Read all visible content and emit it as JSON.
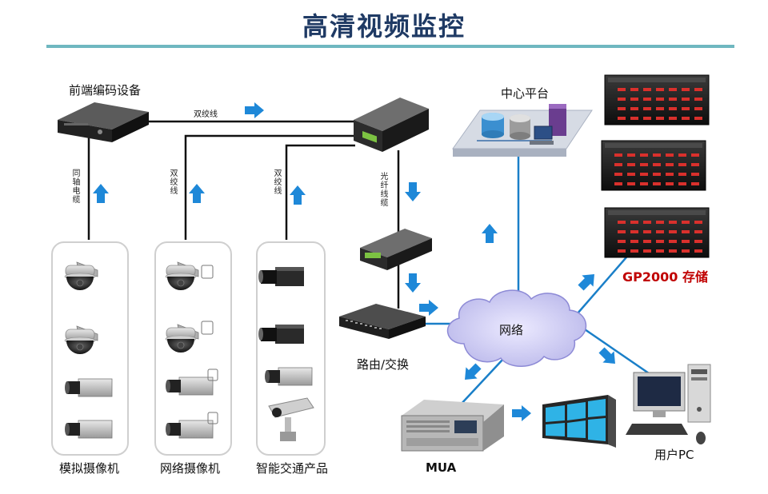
{
  "title": "高清视频监控",
  "labels": {
    "encoder": "前端编码设备",
    "center": "中心平台",
    "storage": "GP2000 存储",
    "router": "路由/交换",
    "network": "网络",
    "mua": "MUA",
    "user_pc": "用户PC",
    "analog_cam": "模拟摄像机",
    "ip_cam": "网络摄像机",
    "traffic": "智能交通产品"
  },
  "links": {
    "twisted_pair_h": "双绞线",
    "coax": "同轴电缆",
    "twisted_pair_1": "双绞线",
    "twisted_pair_2": "双绞线",
    "fiber": "光纤线缆"
  },
  "colors": {
    "title": "#1f3a64",
    "rule": "#6fb7c0",
    "arrow": "#1e88d8",
    "storage_label": "#c00000",
    "line_dark": "#111111",
    "line_blue": "#1a7fc8",
    "cloud": "#c9c8ef"
  }
}
